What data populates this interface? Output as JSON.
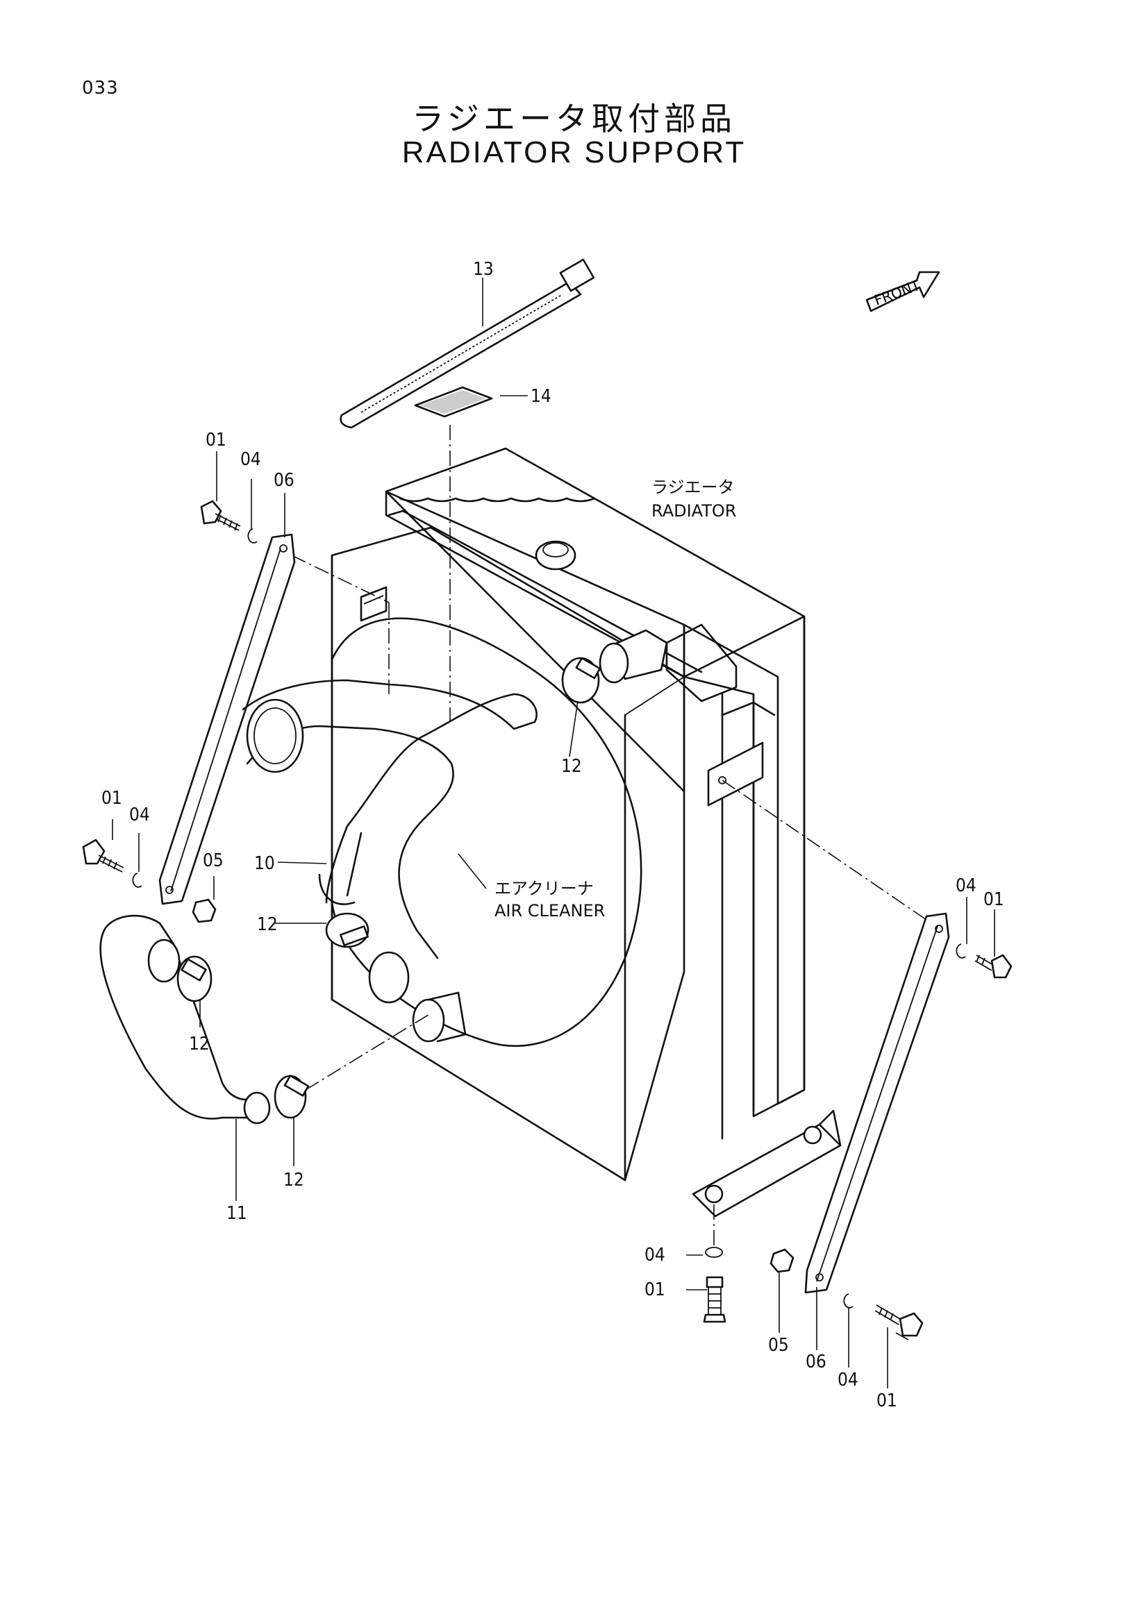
{
  "page_number": "033",
  "title_jp": "ラジエータ取付部品",
  "title_en": "RADIATOR SUPPORT",
  "front_label": "FRONT",
  "radiator_label_jp": "ラジエータ",
  "radiator_label_en": "RADIATOR",
  "air_cleaner_label_jp": "エアクリーナ",
  "air_cleaner_label_en": "AIR CLEANER",
  "callouts": {
    "c13": "13",
    "c14": "14",
    "c01a": "01",
    "c04a": "04",
    "c06a": "06",
    "c12a": "12",
    "c01b": "01",
    "c04b": "04",
    "c05a": "05",
    "c10": "10",
    "c12b": "12",
    "c12c": "12",
    "c12d": "12",
    "c11": "11",
    "c04c": "04",
    "c01c": "01",
    "c04d": "04",
    "c01d": "01",
    "c05b": "05",
    "c06b": "06",
    "c04e": "04",
    "c01e": "01"
  }
}
